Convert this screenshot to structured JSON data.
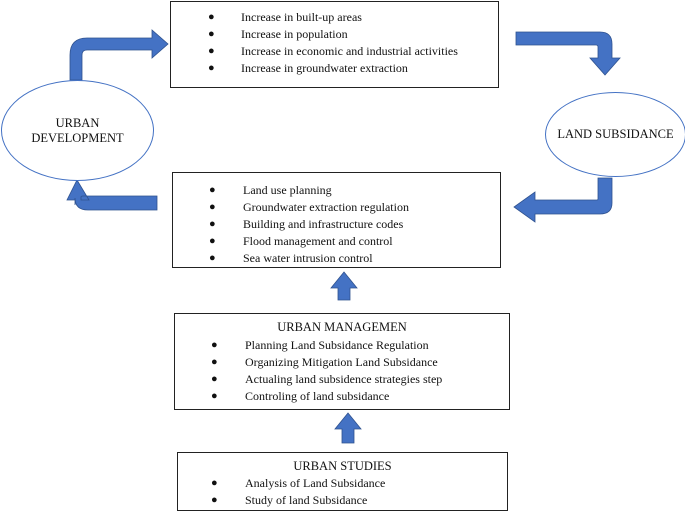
{
  "top_box": {
    "items": [
      "Increase in built-up areas",
      "Increase in population",
      "Increase in economic and industrial activities",
      "Increase in groundwater extraction"
    ]
  },
  "middle_box": {
    "items": [
      "Land use planning",
      "Groundwater extraction regulation",
      "Building and infrastructure codes",
      "Flood management and control",
      "Sea water intrusion control"
    ]
  },
  "management_box": {
    "title": "URBAN MANAGEMEN",
    "items": [
      "Planning Land Subsidance Regulation",
      "Organizing Mitigation Land Subsidance",
      "Actualing land subsidence strategies step",
      "Controling of land subsidance"
    ]
  },
  "studies_box": {
    "title": "URBAN STUDIES",
    "items": [
      "Analysis of Land Subsidance",
      "Study of land Subsidance"
    ]
  },
  "urban_development": {
    "line1": "URBAN",
    "line2": "DEVELOPMENT"
  },
  "land_subsidance": {
    "label": "LAND SUBSIDANCE"
  },
  "colors": {
    "arrow_fill": "#4472c4",
    "arrow_stroke": "#2f528f",
    "ellipse_border": "#4472c4"
  }
}
